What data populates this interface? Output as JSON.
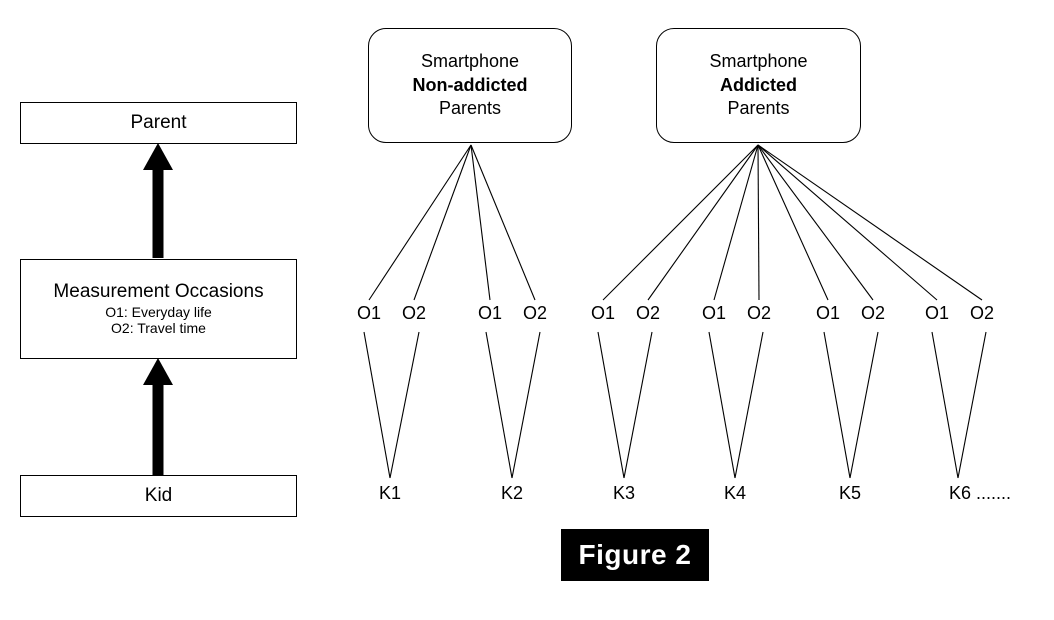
{
  "figure": {
    "caption": "Figure 2",
    "caption_bg": "#000000",
    "caption_fg": "#ffffff"
  },
  "left_panel": {
    "levels": [
      {
        "id": "parent",
        "title": "Parent",
        "sub1": "",
        "sub2": ""
      },
      {
        "id": "measurement-occasions",
        "title": "Measurement Occasions",
        "sub1": "O1: Everyday life",
        "sub2": "O2: Travel time"
      },
      {
        "id": "kid",
        "title": "Kid",
        "sub1": "",
        "sub2": ""
      }
    ],
    "arrows": [
      {
        "from": "measurement-occasions",
        "to": "parent"
      },
      {
        "from": "kid",
        "to": "measurement-occasions"
      }
    ]
  },
  "right_panel": {
    "groups": [
      {
        "id": "non-addicted",
        "line1": "Smartphone",
        "line2": "Non-addicted",
        "line3": "Parents",
        "kids": [
          "K1",
          "K2"
        ],
        "occasions_per_kid": [
          "O1",
          "O2"
        ]
      },
      {
        "id": "addicted",
        "line1": "Smartphone",
        "line2": "Addicted",
        "line3": "Parents",
        "kids": [
          "K3",
          "K4",
          "K5",
          "K6 ......."
        ],
        "occasions_per_kid": [
          "O1",
          "O2"
        ]
      }
    ],
    "occasion_labels": [
      "O1",
      "O2",
      "O1",
      "O2",
      "O1",
      "O2",
      "O1",
      "O2",
      "O1",
      "O2",
      "O1",
      "O2"
    ],
    "kid_labels": [
      "K1",
      "K2",
      "K3",
      "K4",
      "K5",
      "K6 ......."
    ]
  },
  "style": {
    "line_color": "#000000",
    "box_fill": "#ffffff",
    "background": "#ffffff"
  }
}
